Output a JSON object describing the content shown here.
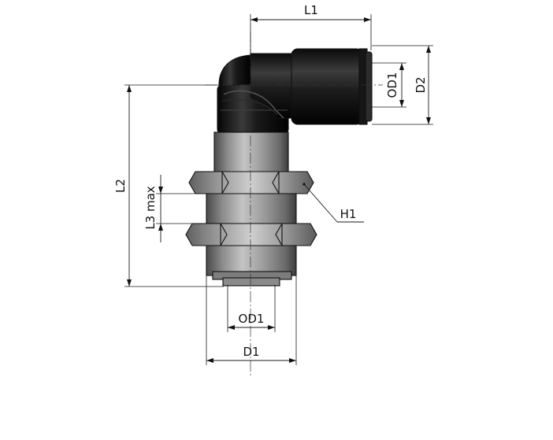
{
  "dimensions": {
    "l1": "L1",
    "l2": "L2",
    "l3": "L3 max",
    "od1_side": "OD1",
    "d2": "D2",
    "od1_bottom": "OD1",
    "d1": "D1",
    "h1": "H1"
  },
  "colors": {
    "black_body": "#1c1c1c",
    "metal": "#9a9a9a",
    "metal_dark": "#5f5f5f",
    "line": "#111111"
  }
}
